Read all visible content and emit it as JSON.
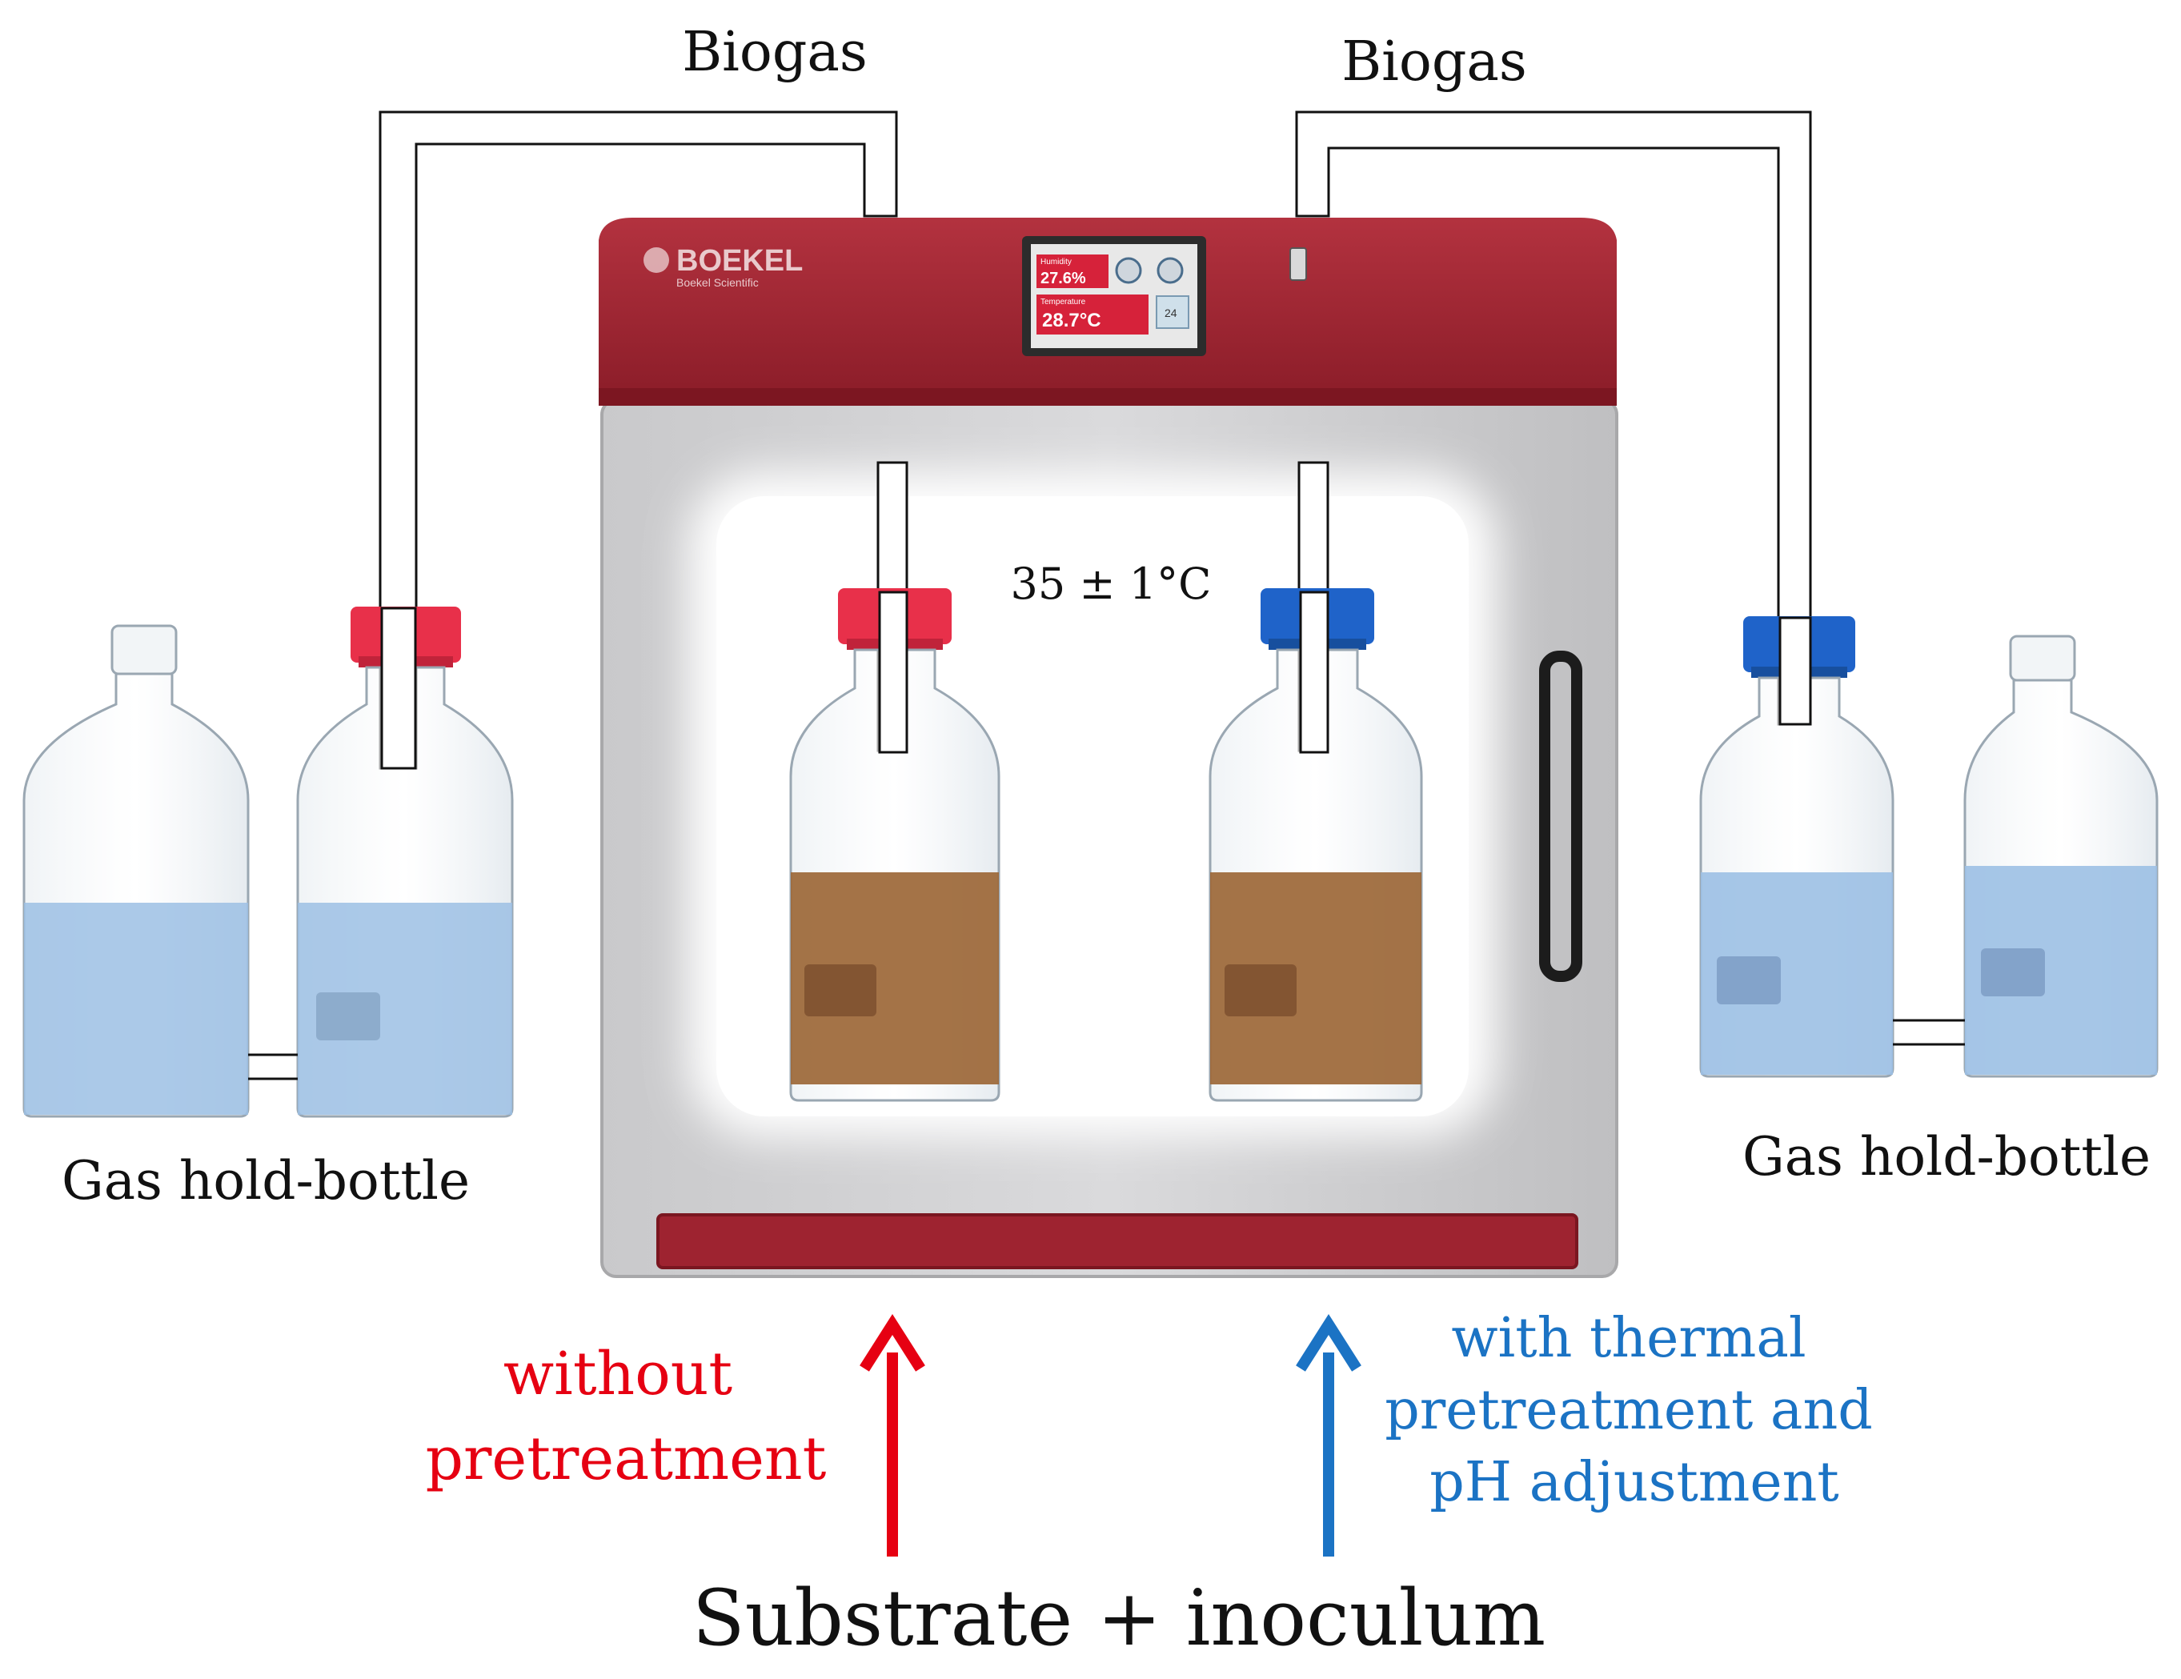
{
  "labels": {
    "biogas_left": "Biogas",
    "biogas_right": "Biogas",
    "temperature": "35 ± 1°C",
    "gas_hold_left": "Gas hold-bottle",
    "gas_hold_right": "Gas hold-bottle",
    "without_line1": "without",
    "without_line2": "pretreatment",
    "with_line1": "with thermal",
    "with_line2": "pretreatment and",
    "with_line3": "pH adjustment",
    "substrate": "Substrate + inoculum"
  },
  "incubator": {
    "brand": "BOEKEL",
    "brand_sub": "Boekel Scientific",
    "display_humidity": "27.6%",
    "display_temperature": "28.7°C",
    "display_humidity_label": "Humidity",
    "display_temperature_label": "Temperature",
    "display_button_value": "24"
  },
  "colors": {
    "incubator_red": "#9e2330",
    "cap_red": "#e8304a",
    "cap_blue": "#1f63c9",
    "substrate_brown": "#9c6737",
    "water_blue": "#9cc0e4",
    "arrow_red": "#e60012",
    "arrow_blue": "#1b73c4",
    "text_red": "#e60012",
    "text_blue": "#1b73c4"
  }
}
